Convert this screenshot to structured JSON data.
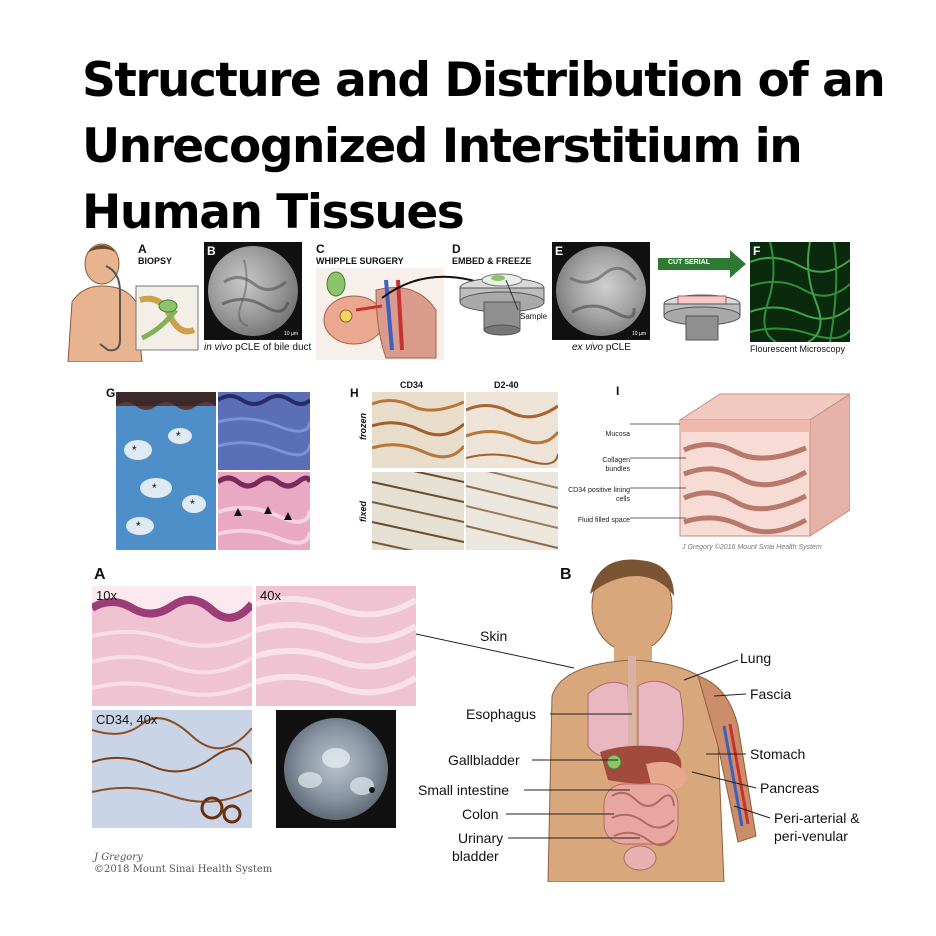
{
  "title": {
    "line1": "Structure and Distribution of an",
    "line2": "Unrecognized Interstitium in",
    "line3": "Human Tissues"
  },
  "figure1": {
    "panel_A": {
      "letter": "A",
      "caption": "BIOPSY"
    },
    "panel_B": {
      "letter": "B",
      "caption_italic": "in vivo",
      "caption_rest": " pCLE of bile duct",
      "scale": "10 µm"
    },
    "panel_C": {
      "letter": "C",
      "caption": "WHIPPLE SURGERY"
    },
    "panel_D": {
      "letter": "D",
      "caption": "EMBED & FREEZE",
      "sample_label": "Sample"
    },
    "panel_E": {
      "letter": "E",
      "caption_italic": "ex vivo",
      "caption_rest": " pCLE",
      "scale": "10 µm"
    },
    "arrow_label": "CUT SERIAL",
    "panel_F": {
      "letter": "F",
      "caption": "Flourescent Microscopy"
    },
    "panel_G": {
      "letter": "G"
    },
    "panel_H": {
      "letter": "H",
      "col1": "CD34",
      "col2": "D2-40",
      "row1": "frozen",
      "row2": "fixed"
    },
    "panel_I": {
      "letter": "I",
      "labels": [
        "Mucosa",
        "Collagen bundles",
        "CD34 positive lining cells",
        "Fluid filled space"
      ],
      "credit": "J Gregory ©2016 Mount Sinai Health System"
    }
  },
  "figure2": {
    "panel_A": {
      "letter": "A",
      "mag1": "10x",
      "mag2": "40x",
      "mag3": "CD34, 40x"
    },
    "panel_B": {
      "letter": "B"
    },
    "organ_labels": {
      "skin": "Skin",
      "lung": "Lung",
      "fascia": "Fascia",
      "esophagus": "Esophagus",
      "stomach": "Stomach",
      "gallbladder": "Gallbladder",
      "pancreas": "Pancreas",
      "small_intestine": "Small intestine",
      "colon": "Colon",
      "peri_arterial_1": "Peri-arterial &",
      "peri_arterial_2": "peri-venular",
      "urinary_1": "Urinary",
      "urinary_2": "bladder"
    },
    "credit_line1": "J Gregory",
    "credit_line2": "©2018 Mount Sinai Health System"
  },
  "colors": {
    "mucosa": "#e8b7ae",
    "stain_blue": "#4f8fc9",
    "he_pink": "#e9a9c2",
    "fluor_green": "#1e6b22",
    "arrow_green": "#2f7a32",
    "skin_tone": "#d9a77c"
  }
}
